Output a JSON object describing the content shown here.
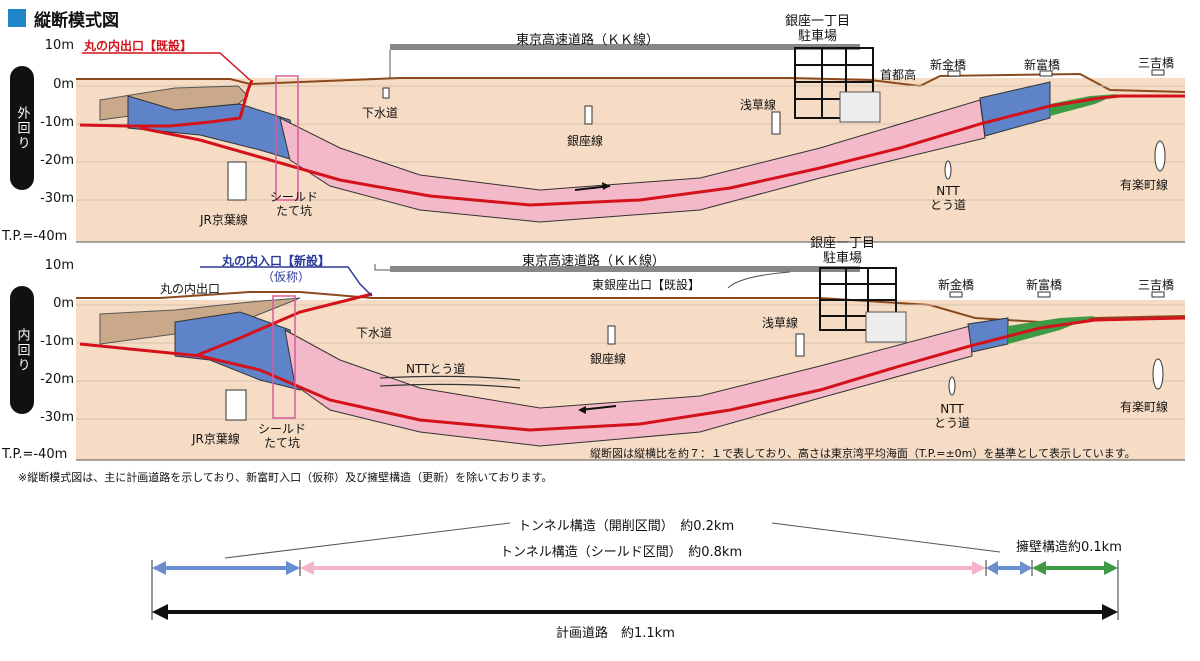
{
  "title": "縦断模式図",
  "note": "※縦断模式図は、主に計画道路を示しており、新富町入口（仮称）及び擁壁構造（更新）を除いております。",
  "scale_note": "縦断図は縦横比を約７：１で表しており、高さは東京湾平均海面（T.P.=±0m）を基準として表示しています。",
  "y_axis": [
    "10m",
    "0m",
    "-10m",
    "-20m",
    "-30m",
    "T.P.=-40m"
  ],
  "top_panel": {
    "side_label": "外回り",
    "exit_label": "丸の内出口【既設】",
    "highway": "東京高速道路（ＫＫ線）",
    "parking": [
      "銀座一丁目",
      "駐車場"
    ],
    "shutoko": "首都高",
    "shinkin": "新金橋",
    "shintomi": "新富橋",
    "mitsuyoshi": "三吉橋",
    "sewer": "下水道",
    "ginza_line": "銀座線",
    "asakusa_line": "浅草線",
    "jr_keiyo": "JR京葉線",
    "shaft": [
      "シールド",
      "たて坑"
    ],
    "ntt": [
      "NTT",
      "とう道"
    ],
    "yurakucho": "有楽町線",
    "arrow": "→"
  },
  "bottom_panel": {
    "side_label": "内回り",
    "entrance_label": "丸の内入口【新設】",
    "entrance_sub": "（仮称）",
    "exit_label": "丸の内出口",
    "highway": "東京高速道路（ＫＫ線）",
    "higashi_ginza": "東銀座出口【既設】",
    "parking": [
      "銀座一丁目",
      "駐車場"
    ],
    "shinkin": "新金橋",
    "shintomi": "新富橋",
    "mitsuyoshi": "三吉橋",
    "sewer": "下水道",
    "ginza_line": "銀座線",
    "asakusa_line": "浅草線",
    "ntt_road": "NTTとう道",
    "jr_keiyo": "JR京葉線",
    "shaft": [
      "シールド",
      "たて坑"
    ],
    "ntt": [
      "NTT",
      "とう道"
    ],
    "yurakucho": "有楽町線",
    "arrow": "←"
  },
  "legend": {
    "cut_and_cover": "トンネル構造（開削区間）　約0.2km",
    "shield": "トンネル構造（シールド区間）　約0.8km",
    "retaining": "擁壁構造約0.1km",
    "total": "計画道路　約1.1km"
  },
  "colors": {
    "ground": "#f6dcc4",
    "ground_line": "#8a4a1e",
    "road": "#d4121b",
    "shield": "#f3b9c9",
    "cut": "#5e83c9",
    "retaining": "#3e9b45",
    "legend_blue": "#6a8fd0",
    "legend_pink": "#f4b6c6",
    "legend_green": "#3e9b45"
  }
}
